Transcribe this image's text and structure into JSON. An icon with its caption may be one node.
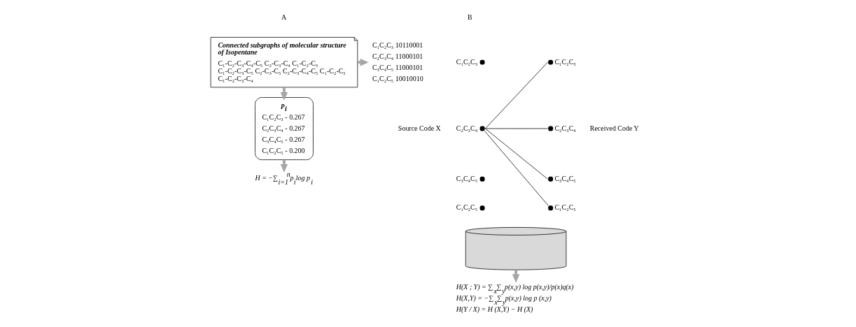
{
  "diagram": {
    "nodes": [
      {
        "text": [
          "Connected subgraphs of molecular structure of Isopentane",
          "C₁-C₂-C₃-C₄-C₅ C₂-C₃-C₄ C₁-C₂-C₃ C₁-C₂-C₃-C₅ C₂-C₃-C₅ C₂-C₃-C₄-C₅ C₁-C₂-C₅ C₁-C₂-C₃-C₄"
        ]
      },
      {
        "text": [
          "C₁C₂C₃ 10110001",
          "C₂C₃C₄ 11000101",
          "C₃C₄C₅ 11000101",
          "C₁C₂C₅ 10010010"
        ]
      },
      {
        "text": [],
        "shape": "circle",
        "beside": [
          "C₁C₂C₃"
        ]
      },
      {
        "text": [],
        "shape": "circle",
        "beside": [
          "C₂C₃C₄"
        ]
      },
      {
        "text": [],
        "shape": "circle",
        "beside": [
          "C₃C₄C₅"
        ]
      },
      {
        "text": [],
        "shape": "circle",
        "beside": [
          "C₁C₂C₅"
        ]
      },
      {
        "text": [],
        "shape": "cylinder"
      },
      {
        "text": [],
        "shape": "circle",
        "beside": [
          "C₁C₂C₃"
        ]
      },
      {
        "text": [],
        "shape": "circle",
        "beside": [
          "C₂C₃C₄"
        ]
      },
      {
        "text": [],
        "shape": "circle",
        "beside": [
          "C₃C₄C₅"
        ]
      },
      {
        "text": [],
        "shape": "circle",
        "beside": [
          "C₁C₂C₅"
        ]
      },
      {
        "text": [
          "p$_{i}$",
          "C₁C₂C₃ - 0.267",
          "C₂C₃C₄ - 0.267",
          "C₃C₄C₅ - 0.267",
          "C₁C₂C₅ - 0.200"
        ]
      },
      {
        "text": [
          "H = −∑$_{i=1}$$^{n}$p$_{i}$log p$_{i}$"
        ]
      },
      {
        "text": [
          "H(X ; Y) = ∑$_{x}$∑$_{y}$p(x,y) log p(x,y)/p(x)q(x)",
          "H(X,Y) = −∑$_{x}$∑$_{y}$p(x,y) log p (x,y)",
          "H(Y / X) = H (X,Y) − H (X)"
        ]
      }
    ],
    "edges": [
      {
        "from": 0,
        "to": 1,
        "arrow": "to",
        "style": "thick",
        "color": "#a6a6a6"
      },
      {
        "from": 3,
        "to": 7,
        "arrow": "none",
        "color": "#000000"
      },
      {
        "from": 3,
        "to": 8,
        "arrow": "none",
        "color": "#000000"
      },
      {
        "from": 3,
        "to": 9,
        "arrow": "none",
        "color": "#000000"
      },
      {
        "from": 3,
        "to": 10,
        "arrow": "none",
        "color": "#000000"
      },
      {
        "from": 0,
        "to": 11,
        "arrow": "to",
        "style": "thick",
        "color": "#a6a6a6"
      },
      {
        "from": 6,
        "to": 13,
        "arrow": "to",
        "style": "thick",
        "color": "#a6a6a6"
      },
      {
        "from": 11,
        "to": 12,
        "arrow": "to",
        "style": "thick",
        "color": "#a6a6a6"
      }
    ],
    "labels": [
      "A",
      "B",
      "Source Code X",
      "Received Code Y"
    ]
  }
}
